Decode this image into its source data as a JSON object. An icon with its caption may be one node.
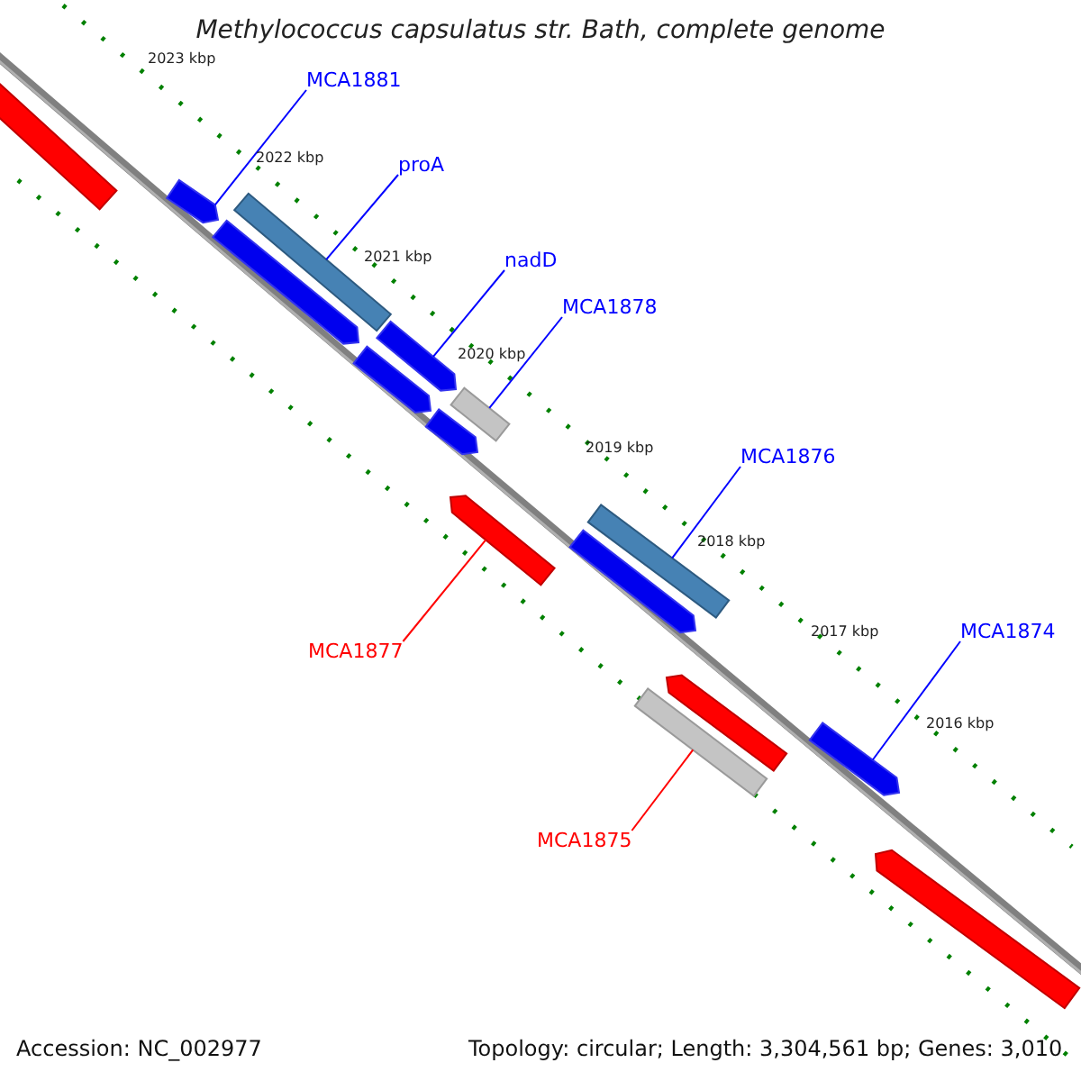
{
  "diagram": {
    "title": "Methylococcus capsulatus str. Bath, complete genome",
    "nodes": [
      {
        "text": [],
        "shape": "bar"
      },
      {
        "text": [
          "MCA1881"
        ]
      },
      {
        "text": [
          "proA"
        ]
      },
      {
        "text": [],
        "shape": "arrow"
      },
      {
        "text": [],
        "shape": "bar"
      },
      {
        "text": [],
        "shape": "arrow"
      },
      {
        "text": [
          "nadD"
        ]
      },
      {
        "text": [
          "MCA1878"
        ]
      },
      {
        "text": [],
        "shape": "arrow"
      },
      {
        "text": [],
        "shape": "arrow"
      },
      {
        "text": [],
        "shape": "bar"
      },
      {
        "text": [],
        "shape": "arrow"
      },
      {
        "text": [
          "MCA1876"
        ]
      },
      {
        "text": [],
        "shape": "arrow"
      },
      {
        "text": [],
        "shape": "bar"
      },
      {
        "text": [],
        "shape": "arrow"
      },
      {
        "text": [
          "MCA1874"
        ]
      },
      {
        "text": [
          "MCA1877"
        ]
      },
      {
        "text": [],
        "shape": "arrow"
      },
      {
        "text": [],
        "shape": "bar"
      },
      {
        "text": [],
        "shape": "arrow"
      },
      {
        "text": [
          "MCA1875"
        ]
      },
      {
        "text": [],
        "shape": "arrow"
      }
    ],
    "edges": [
      {
        "from": 1,
        "to": 3,
        "arrow": "none"
      },
      {
        "from": 2,
        "to": 4,
        "arrow": "none"
      },
      {
        "from": 6,
        "to": 8,
        "arrow": "none"
      },
      {
        "from": 7,
        "to": 10,
        "arrow": "none"
      },
      {
        "from": 12,
        "to": 14,
        "arrow": "none"
      },
      {
        "from": 16,
        "to": 20,
        "arrow": "none"
      },
      {
        "from": 17,
        "to": 13,
        "arrow": "none",
        "color": "#ff0000"
      },
      {
        "from": 21,
        "to": 19,
        "arrow": "none",
        "color": "#ff0000"
      }
    ],
    "labels": [
      "2023 kbp",
      "2022 kbp",
      "2021 kbp",
      "2020 kbp",
      "2019 kbp",
      "2018 kbp",
      "2017 kbp",
      "2016 kbp",
      "Accession: NC_002977",
      "Topology: circular; Length: 3,304,561 bp; Genes: 3,010"
    ]
  }
}
